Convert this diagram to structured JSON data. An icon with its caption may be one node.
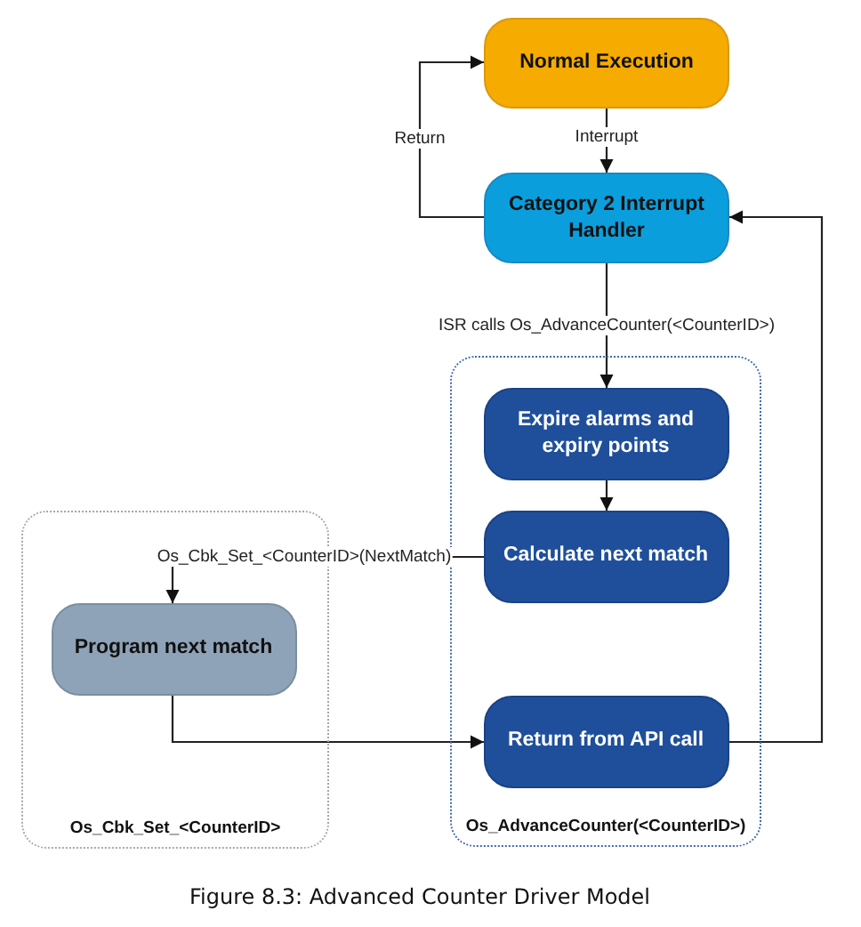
{
  "diagram": {
    "caption": "Figure 8.3: Advanced Counter Driver Model",
    "nodes": [
      {
        "text": [
          "Normal Execution"
        ]
      },
      {
        "text": [
          "Category 2 Interrupt Handler"
        ]
      },
      {
        "text": [
          "Os_AdvanceCounter(<CounterID>)"
        ]
      },
      {
        "text": [
          "Expire alarms and expiry points"
        ],
        "in": 2
      },
      {
        "text": [
          "Calculate next match"
        ],
        "in": 2
      },
      {
        "text": [
          "Return from API call"
        ],
        "in": 2
      },
      {
        "text": [
          "Os_Cbk_Set_<CounterID>"
        ]
      },
      {
        "text": [
          "Program next match"
        ],
        "in": 6
      }
    ],
    "edges": [
      {
        "from": 0,
        "to": 1,
        "arrow": "to",
        "label": "Interrupt"
      },
      {
        "from": 1,
        "to": 0,
        "arrow": "to",
        "label": "Return"
      },
      {
        "from": 1,
        "to": 3,
        "arrow": "to",
        "label": "ISR calls Os_AdvanceCounter(<CounterID>)"
      },
      {
        "from": 3,
        "to": 4,
        "arrow": "to"
      },
      {
        "from": 4,
        "to": 7,
        "arrow": "to",
        "label": "Os_Cbk_Set_<CounterID>(NextMatch)"
      },
      {
        "from": 7,
        "to": 5,
        "arrow": "to"
      },
      {
        "from": 5,
        "to": 1,
        "arrow": "to"
      }
    ]
  }
}
